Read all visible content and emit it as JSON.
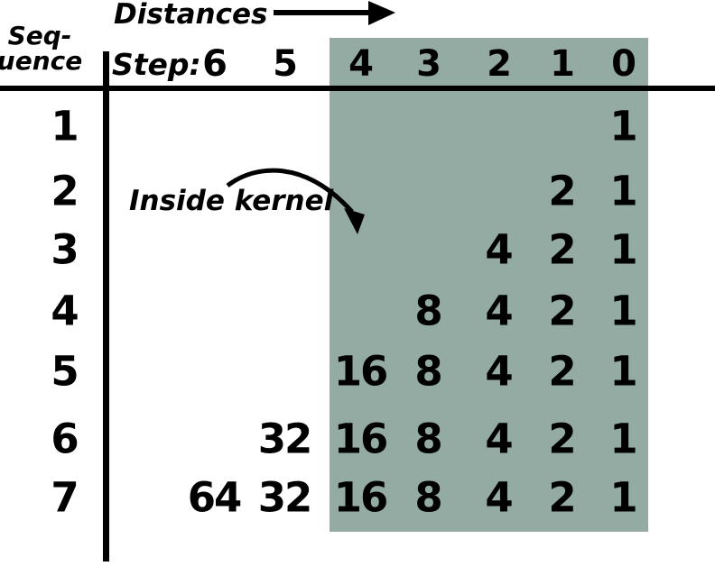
{
  "labels": {
    "distances": "Distances",
    "seq_line1": "Seq-",
    "seq_line2": "uence",
    "step": "Step:",
    "inside_kernel": "Inside kernel"
  },
  "colors": {
    "kernel_shade": "#94ABA4",
    "ink": "#000000",
    "background": "#FFFFFF"
  },
  "matrix": {
    "columns": [
      "6",
      "5",
      "4",
      "3",
      "2",
      "1",
      "0"
    ],
    "row_labels": [
      "1",
      "2",
      "3",
      "4",
      "5",
      "6",
      "7"
    ],
    "cells": [
      [
        "",
        "",
        "",
        "",
        "",
        "",
        "1"
      ],
      [
        "",
        "",
        "",
        "",
        "",
        "2",
        "1"
      ],
      [
        "",
        "",
        "",
        "",
        "4",
        "2",
        "1"
      ],
      [
        "",
        "",
        "",
        "8",
        "4",
        "2",
        "1"
      ],
      [
        "",
        "",
        "16",
        "8",
        "4",
        "2",
        "1"
      ],
      [
        "",
        "32",
        "16",
        "8",
        "4",
        "2",
        "1"
      ],
      [
        "64",
        "32",
        "16",
        "8",
        "4",
        "2",
        "1"
      ]
    ],
    "kernel_columns": [
      "4",
      "3",
      "2",
      "1",
      "0"
    ]
  }
}
